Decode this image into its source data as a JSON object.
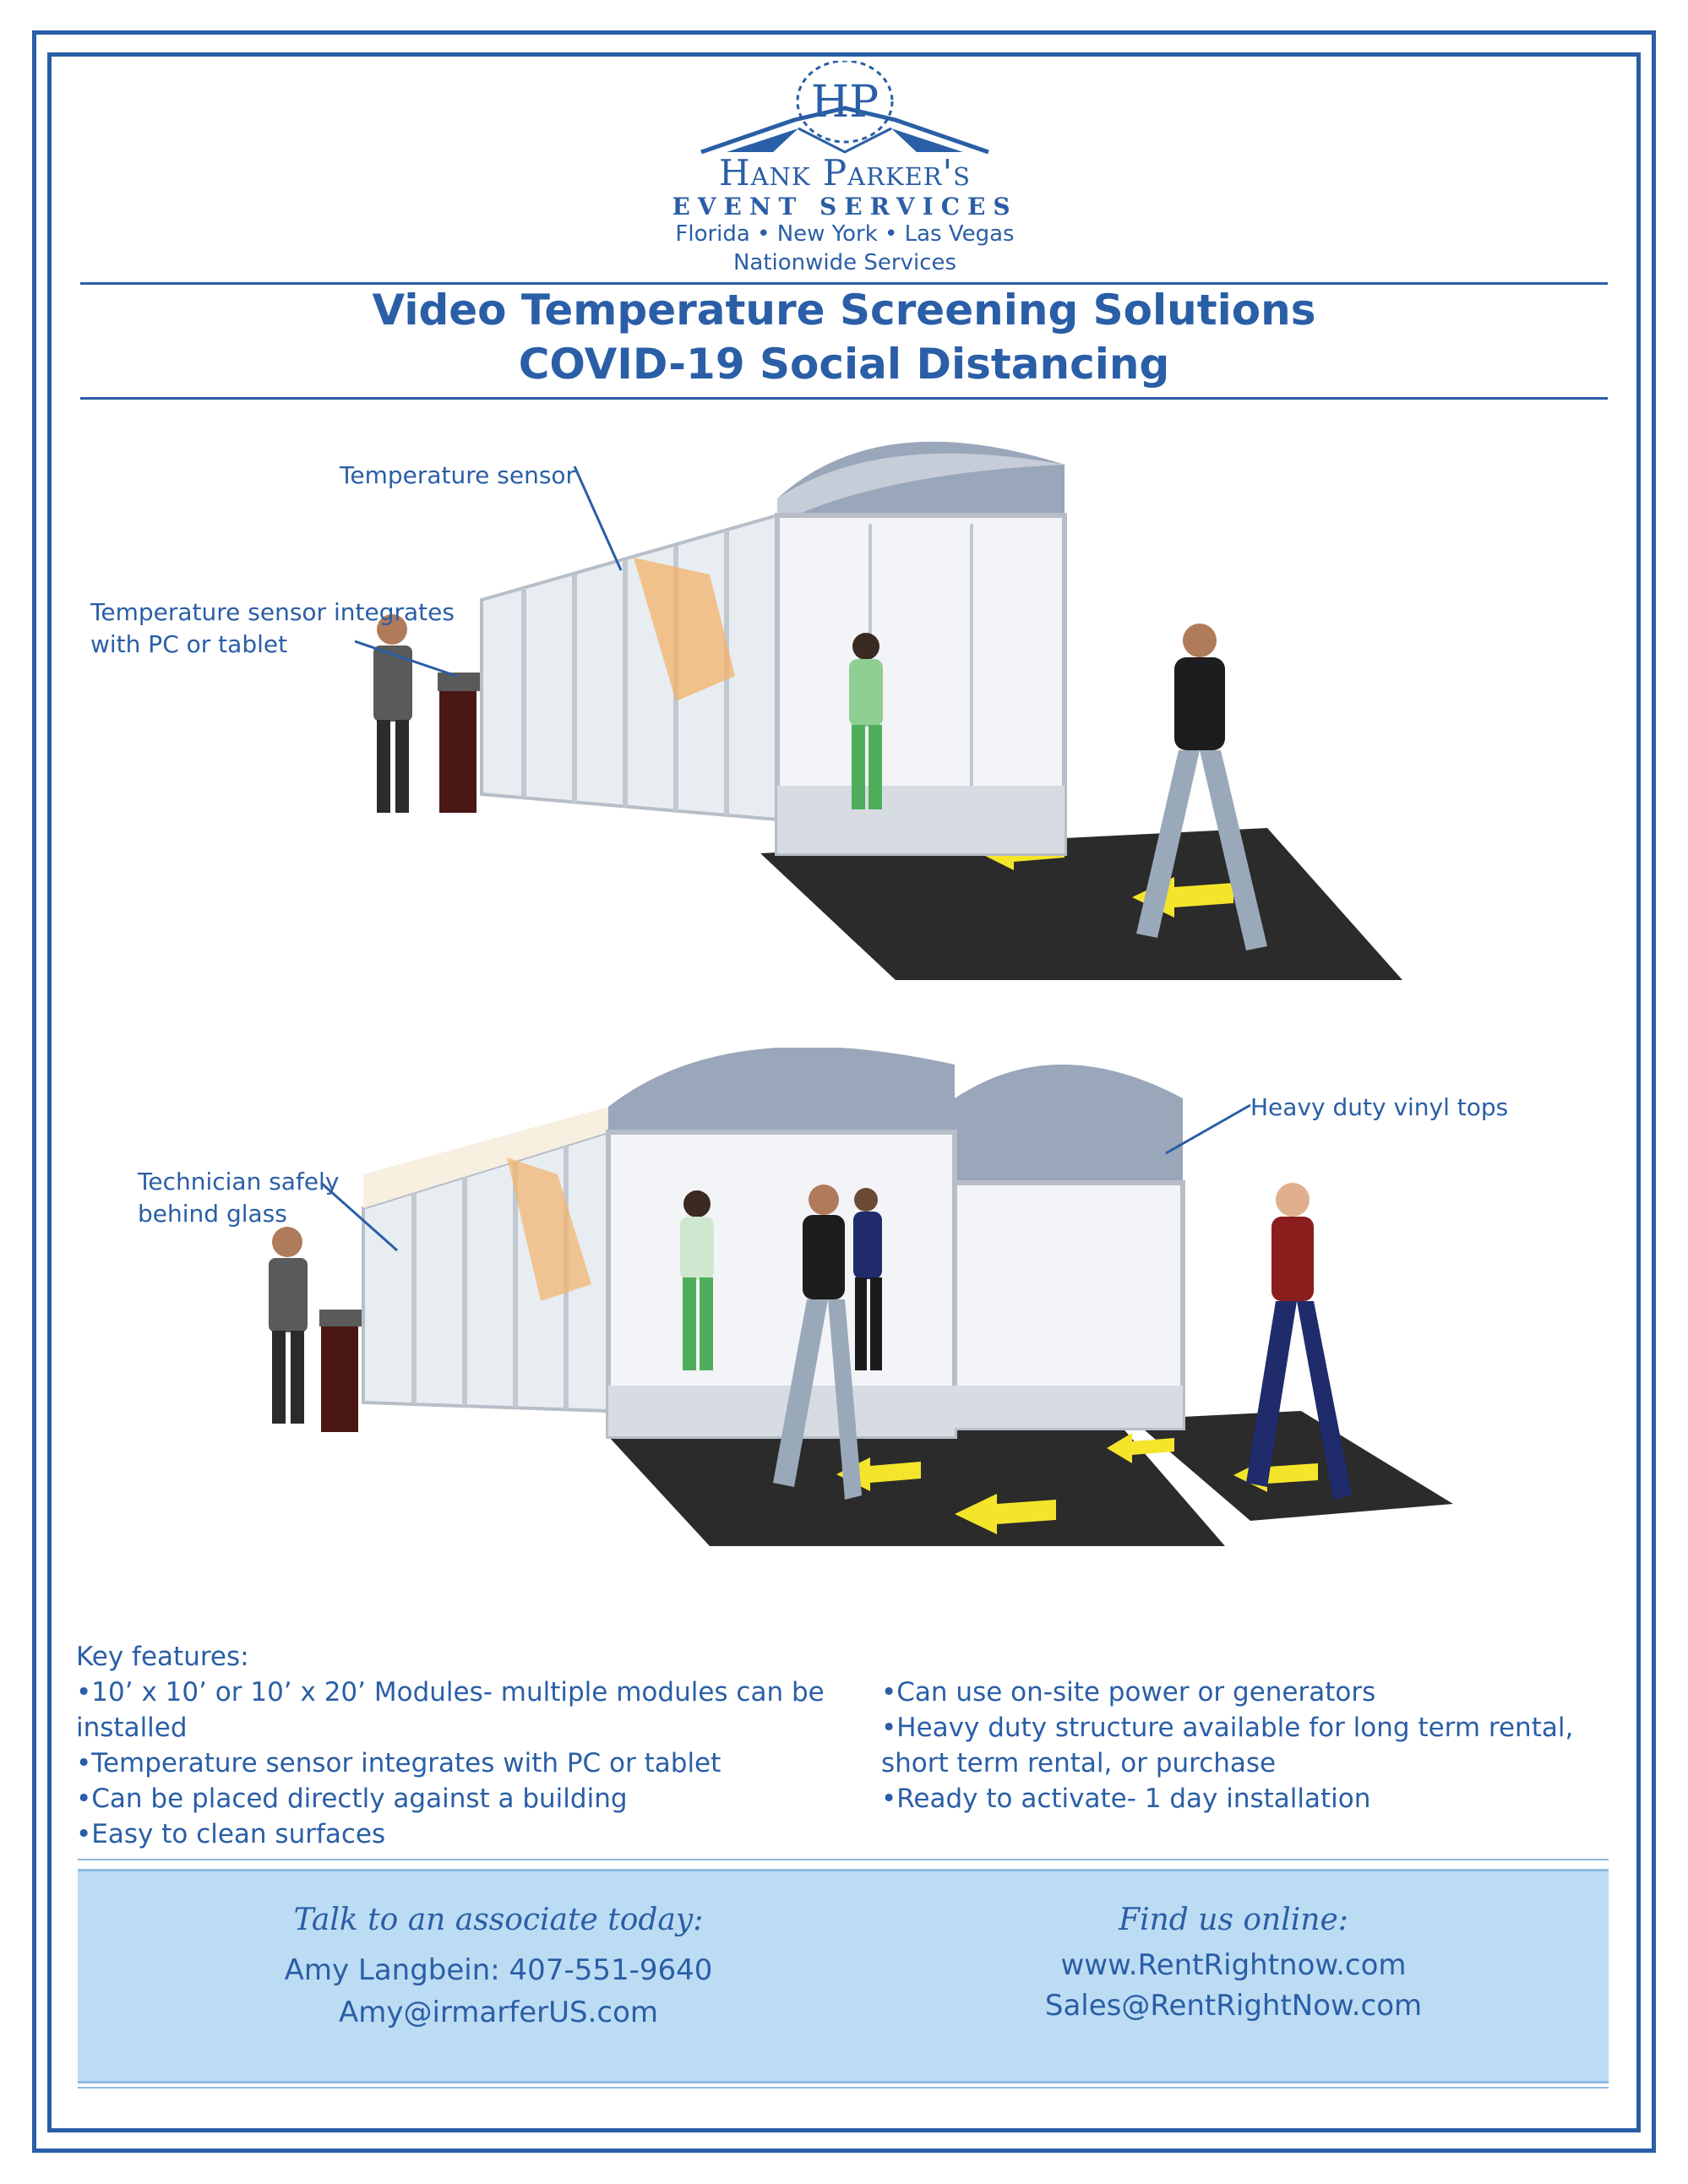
{
  "header": {
    "brand_name": "Hank Parker's",
    "brand_sub": "EVENT SERVICES",
    "locations": "Florida • New York • Las Vegas",
    "nationwide": "Nationwide Services",
    "logo_monogram": "HP"
  },
  "title": {
    "line1": "Video Temperature Screening Solutions",
    "line2": "COVID-19 Social Distancing"
  },
  "illustration1": {
    "callout_sensor": "Temperature sensor",
    "callout_integrates_line1": "Temperature sensor  integrates",
    "callout_integrates_line2": "with PC or tablet"
  },
  "illustration2": {
    "callout_technician_line1": "Technician safely",
    "callout_technician_line2": "behind glass",
    "callout_vinyl": "Heavy duty vinyl tops"
  },
  "features": {
    "heading": "Key features:",
    "left": [
      "•10’ x 10’ or 10’ x 20’ Modules- multiple modules can be installed",
      "•Temperature sensor integrates with PC or tablet",
      "•Can be placed directly against a building",
      "•Easy to clean surfaces"
    ],
    "right": [
      "•Can use on-site power or generators",
      "•Heavy duty structure available for long term rental, short term rental, or purchase",
      "•Ready to activate- 1 day installation"
    ]
  },
  "contact": {
    "left_heading": "Talk to an associate today:",
    "left_name": "Amy Langbein: 407-551-9640",
    "left_email": "Amy@irmarferUS.com",
    "right_heading": "Find us online:",
    "right_web": "www.RentRightnow.com",
    "right_email": "Sales@RentRightNow.com"
  },
  "colors": {
    "brand_blue": "#2a5ea6",
    "band_blue": "#bcdcf3",
    "arrow_yellow": "#f5e52a",
    "mat_dark": "#2b2b2b",
    "sensor_beam": "#f4b26a"
  }
}
